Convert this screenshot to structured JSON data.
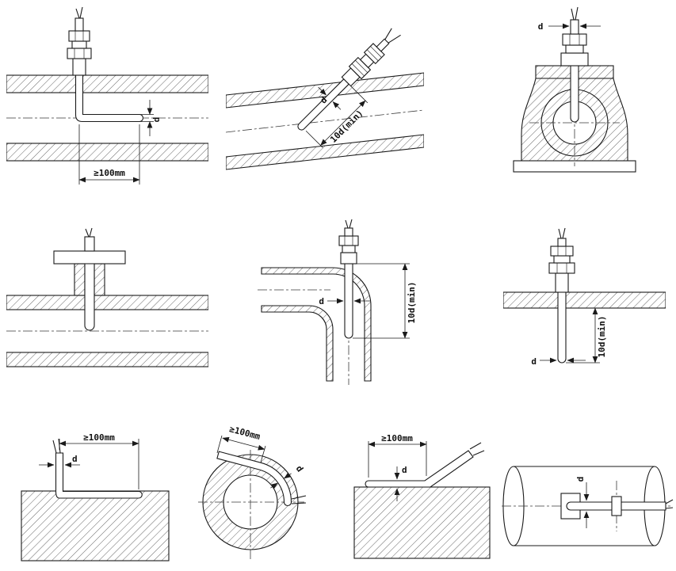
{
  "figure": {
    "background": "#ffffff",
    "line_color": "#1a1a1a"
  },
  "labels": {
    "min_length": "≥100mm",
    "min_immersion": "10d(min)",
    "diameter": "d"
  },
  "panels": [
    {
      "row": 1,
      "col": 1,
      "labels": [
        "≥100mm",
        "d"
      ]
    },
    {
      "row": 1,
      "col": 2,
      "labels": [
        "10d(min)",
        "d"
      ]
    },
    {
      "row": 1,
      "col": 3,
      "labels": [
        "d"
      ]
    },
    {
      "row": 2,
      "col": 1,
      "labels": []
    },
    {
      "row": 2,
      "col": 2,
      "labels": [
        "d",
        "10d(min)"
      ]
    },
    {
      "row": 2,
      "col": 3,
      "labels": [
        "10d(min)",
        "d"
      ]
    },
    {
      "row": 3,
      "col": 1,
      "labels": [
        "≥100mm",
        "d"
      ]
    },
    {
      "row": 3,
      "col": 2,
      "labels": [
        "≥100mm",
        "d"
      ]
    },
    {
      "row": 3,
      "col": 3,
      "labels": [
        "≥100mm",
        "d"
      ]
    },
    {
      "row": 3,
      "col": 4,
      "labels": [
        "d"
      ]
    }
  ]
}
